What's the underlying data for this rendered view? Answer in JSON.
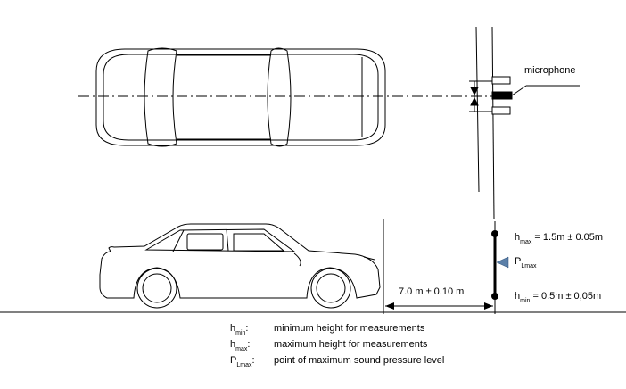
{
  "labels": {
    "microphone": "microphone",
    "distance": "7.0 m ± 0.10 m",
    "hmax": {
      "sym": "h",
      "sub": "max",
      "value": "= 1.5m ± 0.05m"
    },
    "hmin": {
      "sym": "h",
      "sub": "min",
      "value": "= 0.5m ± 0,05m"
    },
    "plmax": {
      "sym": "P",
      "sub": "Lmax"
    }
  },
  "legend": [
    {
      "sym": "h",
      "sub": "min",
      "colon": ":",
      "text": "minimum height for measurements"
    },
    {
      "sym": "h",
      "sub": "max",
      "colon": ":",
      "text": "maximum height for measurements"
    },
    {
      "sym": "P",
      "sub": "Lmax",
      "colon": ":",
      "text": "point of maximum sound pressure level"
    }
  ],
  "colors": {
    "marker": "#5b7fa8",
    "line": "#000000"
  }
}
